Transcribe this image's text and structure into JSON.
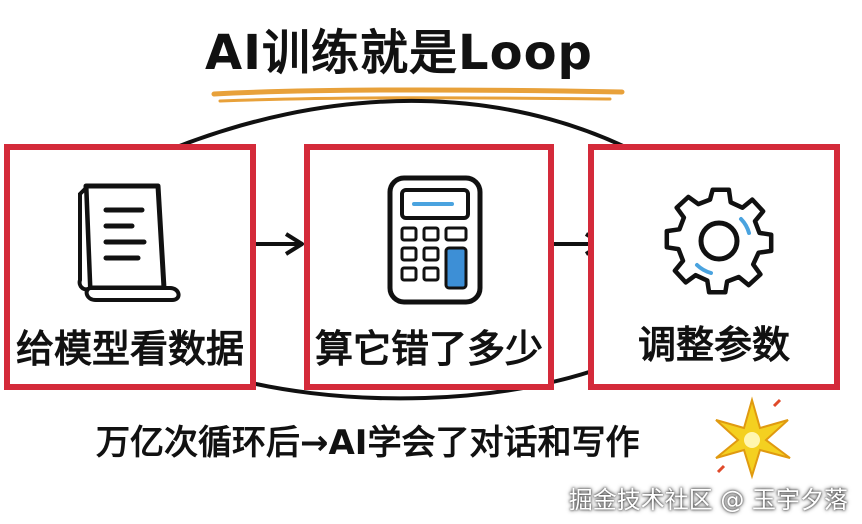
{
  "title": "AI训练就是Loop",
  "steps": [
    {
      "label": "给模型看数据",
      "icon": "document-icon"
    },
    {
      "label": "算它错了多少",
      "icon": "calculator-icon"
    },
    {
      "label": "调整参数",
      "icon": "gear-icon"
    }
  ],
  "caption": "万亿次循环后→AI学会了对话和写作",
  "watermark": "掘金技术社区 @ 玉宇夕落",
  "colors": {
    "box_border": "#d42a3a",
    "underline": "#e8a13a",
    "sparkle": "#f4d020"
  }
}
